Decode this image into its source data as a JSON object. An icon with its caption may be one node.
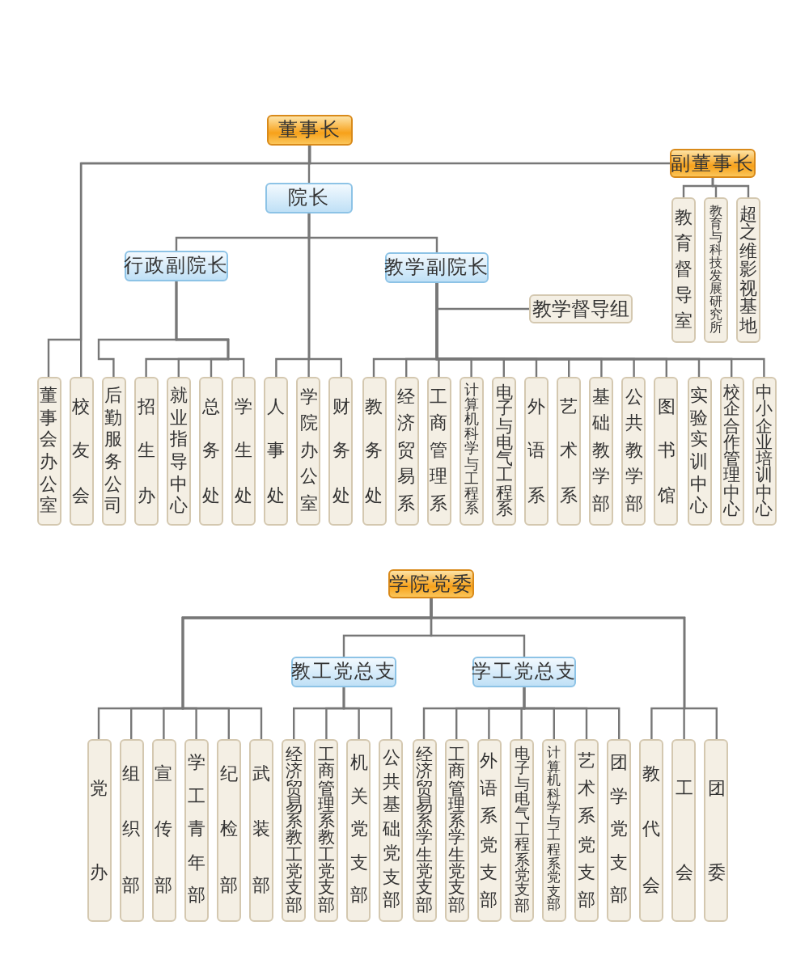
{
  "diagram": {
    "nodes": [
      {
        "text": [
          "董事长"
        ]
      },
      {
        "text": [
          "副董事长"
        ]
      },
      {
        "text": [
          "院长"
        ]
      },
      {
        "text": [
          "行政副院长"
        ]
      },
      {
        "text": [
          "教学副院长"
        ]
      },
      {
        "text": [
          "教学督导组"
        ]
      },
      {
        "text": [
          "教育督导室"
        ]
      },
      {
        "text": [
          "教育与科技发展研究所"
        ]
      },
      {
        "text": [
          "超之维影视基地"
        ]
      },
      {
        "text": [
          "董事会办公室"
        ]
      },
      {
        "text": [
          "校友会"
        ]
      },
      {
        "text": [
          "后勤服务公司"
        ]
      },
      {
        "text": [
          "招生办"
        ]
      },
      {
        "text": [
          "就业指导中心"
        ]
      },
      {
        "text": [
          "总务处"
        ]
      },
      {
        "text": [
          "学生处"
        ]
      },
      {
        "text": [
          "人事处"
        ]
      },
      {
        "text": [
          "学院办公室"
        ]
      },
      {
        "text": [
          "财务处"
        ]
      },
      {
        "text": [
          "教务处"
        ]
      },
      {
        "text": [
          "经济贸易系"
        ]
      },
      {
        "text": [
          "工商管理系"
        ]
      },
      {
        "text": [
          "计算机科学与工程系"
        ]
      },
      {
        "text": [
          "电子与电气工程系"
        ]
      },
      {
        "text": [
          "外语系"
        ]
      },
      {
        "text": [
          "艺术系"
        ]
      },
      {
        "text": [
          "基础教学部"
        ]
      },
      {
        "text": [
          "公共教学部"
        ]
      },
      {
        "text": [
          "图书馆"
        ]
      },
      {
        "text": [
          "实验实训中心"
        ]
      },
      {
        "text": [
          "校企合作管理中心"
        ]
      },
      {
        "text": [
          "中小企业培训中心"
        ]
      },
      {
        "text": [
          "学院党委"
        ]
      },
      {
        "text": [
          "教工党总支"
        ]
      },
      {
        "text": [
          "学工党总支"
        ]
      },
      {
        "text": [
          "党办"
        ]
      },
      {
        "text": [
          "组织部"
        ]
      },
      {
        "text": [
          "宣传部"
        ]
      },
      {
        "text": [
          "学工青年部"
        ]
      },
      {
        "text": [
          "纪检部"
        ]
      },
      {
        "text": [
          "武装部"
        ]
      },
      {
        "text": [
          "经济贸易系教工党支部"
        ]
      },
      {
        "text": [
          "工商管理系教工党支部"
        ]
      },
      {
        "text": [
          "机关党支部"
        ]
      },
      {
        "text": [
          "公共基础党支部"
        ]
      },
      {
        "text": [
          "经济贸易系学生党支部"
        ]
      },
      {
        "text": [
          "工商管理系学生党支部"
        ]
      },
      {
        "text": [
          "外语系党支部"
        ]
      },
      {
        "text": [
          "电子与电气工程系党支部"
        ]
      },
      {
        "text": [
          "计算机科学与工程系党支部"
        ]
      },
      {
        "text": [
          "艺术系党支部"
        ]
      },
      {
        "text": [
          "团学党支部"
        ]
      },
      {
        "text": [
          "教代会"
        ]
      },
      {
        "text": [
          "工会"
        ]
      },
      {
        "text": [
          "团委"
        ]
      }
    ],
    "edges": [
      {
        "from": 0,
        "to": 1,
        "arrow": "none"
      },
      {
        "from": 0,
        "to": 2,
        "arrow": "none"
      },
      {
        "from": 0,
        "to": 9,
        "arrow": "none"
      },
      {
        "from": 0,
        "to": 10,
        "arrow": "none"
      },
      {
        "from": 1,
        "to": 6,
        "arrow": "none"
      },
      {
        "from": 1,
        "to": 7,
        "arrow": "none"
      },
      {
        "from": 1,
        "to": 8,
        "arrow": "none"
      },
      {
        "from": 2,
        "to": 3,
        "arrow": "none"
      },
      {
        "from": 2,
        "to": 4,
        "arrow": "none"
      },
      {
        "from": 2,
        "to": 16,
        "arrow": "none"
      },
      {
        "from": 2,
        "to": 17,
        "arrow": "none"
      },
      {
        "from": 2,
        "to": 18,
        "arrow": "none"
      },
      {
        "from": 3,
        "to": 11,
        "arrow": "none"
      },
      {
        "from": 3,
        "to": 12,
        "arrow": "none"
      },
      {
        "from": 3,
        "to": 13,
        "arrow": "none"
      },
      {
        "from": 3,
        "to": 14,
        "arrow": "none"
      },
      {
        "from": 3,
        "to": 15,
        "arrow": "none"
      },
      {
        "from": 4,
        "to": 5,
        "arrow": "none"
      },
      {
        "from": 4,
        "to": 19,
        "arrow": "none"
      },
      {
        "from": 4,
        "to": 20,
        "arrow": "none"
      },
      {
        "from": 4,
        "to": 21,
        "arrow": "none"
      },
      {
        "from": 4,
        "to": 22,
        "arrow": "none"
      },
      {
        "from": 4,
        "to": 23,
        "arrow": "none"
      },
      {
        "from": 4,
        "to": 24,
        "arrow": "none"
      },
      {
        "from": 4,
        "to": 25,
        "arrow": "none"
      },
      {
        "from": 4,
        "to": 26,
        "arrow": "none"
      },
      {
        "from": 4,
        "to": 27,
        "arrow": "none"
      },
      {
        "from": 4,
        "to": 28,
        "arrow": "none"
      },
      {
        "from": 4,
        "to": 29,
        "arrow": "none"
      },
      {
        "from": 4,
        "to": 30,
        "arrow": "none"
      },
      {
        "from": 4,
        "to": 31,
        "arrow": "none"
      },
      {
        "from": 32,
        "to": 33,
        "arrow": "none"
      },
      {
        "from": 32,
        "to": 34,
        "arrow": "none"
      },
      {
        "from": 32,
        "to": 35,
        "arrow": "none"
      },
      {
        "from": 32,
        "to": 36,
        "arrow": "none"
      },
      {
        "from": 32,
        "to": 37,
        "arrow": "none"
      },
      {
        "from": 32,
        "to": 38,
        "arrow": "none"
      },
      {
        "from": 32,
        "to": 39,
        "arrow": "none"
      },
      {
        "from": 32,
        "to": 40,
        "arrow": "none"
      },
      {
        "from": 32,
        "to": 52,
        "arrow": "none"
      },
      {
        "from": 32,
        "to": 53,
        "arrow": "none"
      },
      {
        "from": 32,
        "to": 54,
        "arrow": "none"
      },
      {
        "from": 33,
        "to": 41,
        "arrow": "none"
      },
      {
        "from": 33,
        "to": 42,
        "arrow": "none"
      },
      {
        "from": 33,
        "to": 43,
        "arrow": "none"
      },
      {
        "from": 33,
        "to": 44,
        "arrow": "none"
      },
      {
        "from": 34,
        "to": 45,
        "arrow": "none"
      },
      {
        "from": 34,
        "to": 46,
        "arrow": "none"
      },
      {
        "from": 34,
        "to": 47,
        "arrow": "none"
      },
      {
        "from": 34,
        "to": 48,
        "arrow": "none"
      },
      {
        "from": 34,
        "to": 49,
        "arrow": "none"
      },
      {
        "from": 34,
        "to": 50,
        "arrow": "none"
      },
      {
        "from": 34,
        "to": 51,
        "arrow": "none"
      }
    ]
  }
}
